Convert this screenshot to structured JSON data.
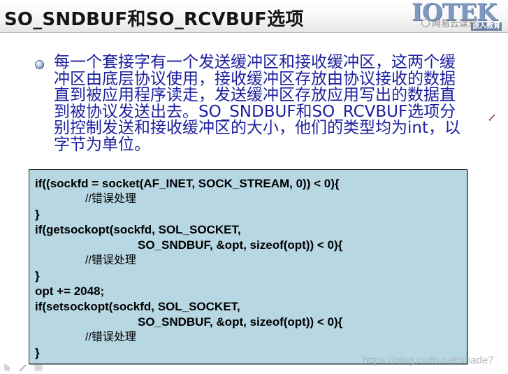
{
  "slide": {
    "title": "SO_SNDBUF和SO_RCVBUF选项",
    "logo_main": "IOTEK",
    "logo_sub": "嵌入教育",
    "watermark_top": "网易云课堂",
    "bullet_text": "每一个套接字有一个发送缓冲区和接收缓冲区，这两个缓冲区由底层协议使用，接收缓冲区存放由协议接收的数据直到被应用程序读走，发送缓冲区存放应用写出的数据直到被协议发送出去。SO_SNDBUF和SO_RCVBUF选项分别控制发送和接收缓冲区的大小，他们的类型均为int，以字节为单位。",
    "watermark_bottom": "https://blog.csdn.net/shade7"
  },
  "code": {
    "lines": [
      "if((sockfd = socket(AF_INET, SOCK_STREAM, 0)) < 0){",
      "//错误处理",
      "}",
      "if(getsockopt(sockfd, SOL_SOCKET,",
      "SO_SNDBUF, &opt, sizeof(opt)) < 0){",
      "//错误处理",
      "}",
      "opt += 2048;",
      "if(setsockopt(sockfd, SOL_SOCKET,",
      "SO_SNDBUF, &opt, sizeof(opt)) < 0){",
      "//错误处理",
      "}"
    ]
  },
  "icons": {
    "bullet": "bullet-orb-icon",
    "pen": "pen-cursor-icon",
    "toolbar": [
      "pointer-arrow-icon",
      "pen-tool-icon",
      "slide-menu-icon"
    ]
  },
  "colors": {
    "bullet_text": "#1b1f9e",
    "code_background": "#b7d8e3",
    "title_text": "#151515",
    "logo": "#7f98bf"
  }
}
